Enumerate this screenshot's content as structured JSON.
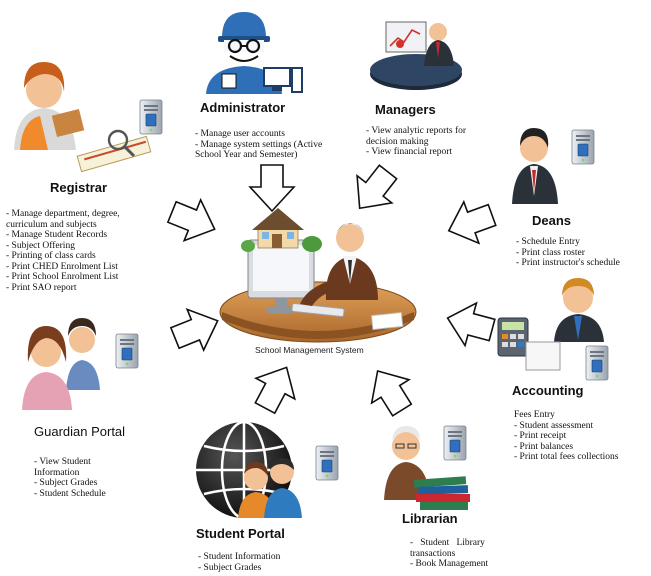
{
  "center": {
    "label": "School Management System"
  },
  "administrator": {
    "title": "Administrator",
    "lines": [
      "- Manage user accounts",
      "- Manage system settings (Active",
      "School Year and Semester)"
    ]
  },
  "managers": {
    "title": "Managers",
    "lines": [
      "- View analytic reports for",
      "decision making",
      "- View financial report"
    ]
  },
  "registrar": {
    "title": "Registrar",
    "lines": [
      "- Manage department, degree,",
      "curriculum and subjects",
      "- Manage Student Records",
      "- Subject Offering",
      "- Printing of class cards",
      "- Print CHED Enrolment List",
      "- Print School Enrolment List",
      "- Print SAO report"
    ]
  },
  "deans": {
    "title": "Deans",
    "lines": [
      "- Schedule Entry",
      "- Print class roster",
      "- Print instructor's schedule"
    ]
  },
  "accounting": {
    "title": "Accounting",
    "lines": [
      "Fees Entry",
      "- Student assessment",
      "- Print receipt",
      "- Print balances",
      "- Print total fees collections"
    ]
  },
  "guardian": {
    "title": "Guardian Portal",
    "lines": [
      "- View Student",
      "Information",
      "- Subject Grades",
      "- Student Schedule"
    ]
  },
  "student": {
    "title": "Student Portal",
    "lines": [
      "- Student Information",
      "- Subject Grades"
    ]
  },
  "librarian": {
    "title": "Librarian",
    "lines": [
      "-   Student   Library",
      "transactions",
      "- Book Management"
    ]
  },
  "icons": {
    "center": "school-management-computer-icon",
    "administrator": "administrator-engineer-icon",
    "managers": "manager-presentation-icon",
    "registrar": "registrar-clerk-icon",
    "deans": "dean-businessman-icon",
    "accounting": "accountant-icon",
    "guardian": "guardian-parents-icon",
    "student": "student-globe-icon",
    "librarian": "librarian-books-icon",
    "server": "server-icon"
  },
  "colors": {
    "arrow_fill": "#ffffff",
    "arrow_stroke": "#111111",
    "server": "#c9ced6",
    "skin": "#f2c196",
    "suit_dark": "#2b3138",
    "accent_red": "#c8282e",
    "accent_orange": "#e6892a",
    "accent_blue": "#2f7bbf"
  }
}
